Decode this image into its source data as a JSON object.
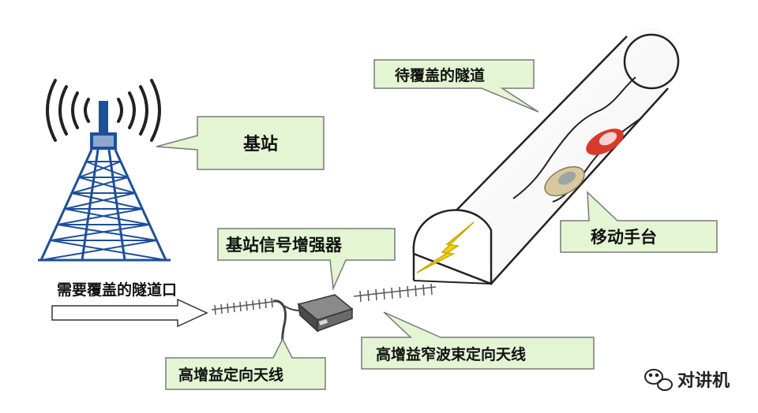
{
  "labels": {
    "base_station": "基站",
    "booster": "基站信号增强器",
    "tunnel_to_cover": "待覆盖的隧道",
    "tunnel_entrance": "需要覆盖的隧道口",
    "mobile_unit": "移动手台",
    "high_gain_directional_antenna": "高增益定向天线",
    "narrow_beam_antenna": "高增益窄波束定向天线"
  },
  "watermark": {
    "text": "对讲机"
  },
  "colors": {
    "callout_fill": "#e3f5d2",
    "callout_stroke": "#7a7a7a",
    "tower": "#1e4f9a",
    "car_red": "#d83a2a",
    "car_beige": "#d8c8a0",
    "lightning": "#f3d000"
  }
}
